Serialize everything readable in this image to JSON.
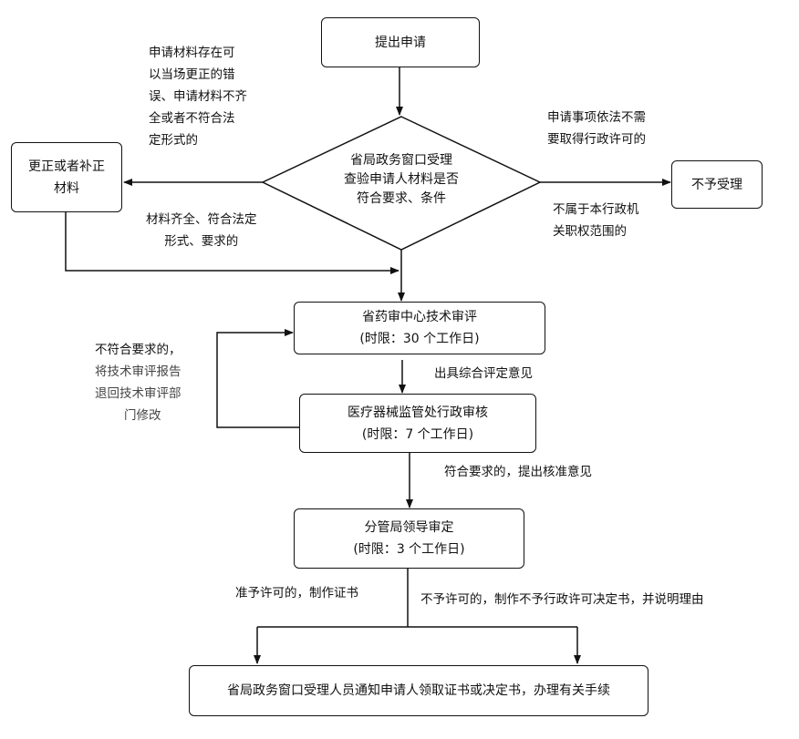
{
  "nodes": {
    "apply": "提出申请",
    "check": [
      "省局政务窗口受理",
      "查验申请人材料是否",
      "符合要求、条件"
    ],
    "supplement": [
      "更正或者补正",
      "材料"
    ],
    "reject": "不予受理",
    "tech_review": [
      "省药审中心技术审评",
      "(时限：30 个工作日)"
    ],
    "admin_review": [
      "医疗器械监管处行政审核",
      "(时限：7 个工作日)"
    ],
    "leader_review": [
      "分管局领导审定",
      "(时限：3 个工作日)"
    ],
    "notify": "省局政务窗口受理人员通知申请人领取证书或决定书，办理有关手续"
  },
  "notes": {
    "correctable": [
      "申请材料存在可",
      "以当场更正的错",
      "误、申请材料不齐",
      "全或者不符合法",
      "定形式的"
    ],
    "not_required": [
      "申请事项依法不需",
      "要取得行政许可的"
    ],
    "not_in_scope": [
      "不属于本行政机",
      "关职权范围的"
    ],
    "complete": [
      "材料齐全、符合法定",
      "形式、要求的"
    ],
    "return_tech": [
      "不符合要求的，",
      "将技术审评报告",
      "退回技术审评部",
      "门修改"
    ],
    "issue_opinion": "出具综合评定意见",
    "propose_check": "符合要求的，提出核准意见",
    "grant": "准予许可的，制作证书",
    "deny": "不予许可的，制作不予行政许可决定书，并说明理由"
  }
}
